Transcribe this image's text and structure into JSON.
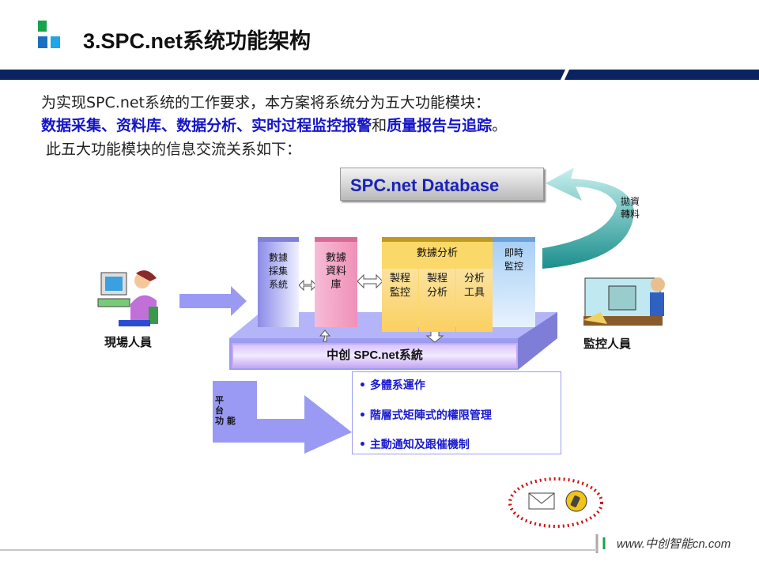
{
  "header": {
    "title": "3.SPC.net系统功能架构"
  },
  "intro": {
    "line1": "为实现SPC.net系统的工作要求，本方案将系统分为五大功能模块：",
    "modules": [
      "数据采集",
      "、",
      "资料库",
      "、",
      "数据分析",
      "、",
      "实时过程监控报警",
      "和",
      "质量报告与追踪",
      "。"
    ],
    "line3": "此五大功能模块的信息交流关系如下："
  },
  "diagram": {
    "database": "SPC.net  Database",
    "transfer_label": [
      "拋資",
      "轉料"
    ],
    "col_collect": [
      "數據",
      "採集",
      "系統"
    ],
    "col_store": [
      "數據",
      "資料",
      "庫"
    ],
    "analysis_title": "數據分析",
    "analysis_subs": [
      [
        "製程",
        "監控"
      ],
      [
        "製程",
        "分析"
      ],
      [
        "分析",
        "工具"
      ]
    ],
    "col_monitor": [
      "即時",
      "監控"
    ],
    "system_bar": "中创 SPC.net系統",
    "field_staff": "現場人員",
    "monitor_staff": "監控人員",
    "platform_label": [
      "平",
      "台",
      "功 能"
    ],
    "features": [
      "多體系運作",
      "階層式矩陣式的權限管理",
      "主動通知及跟催機制"
    ]
  },
  "footer": {
    "url": "www.中创智能cn.com"
  },
  "colors": {
    "navy": "#0b2461",
    "accent_blue": "#1414c8",
    "teal": "#2aa3a0"
  }
}
